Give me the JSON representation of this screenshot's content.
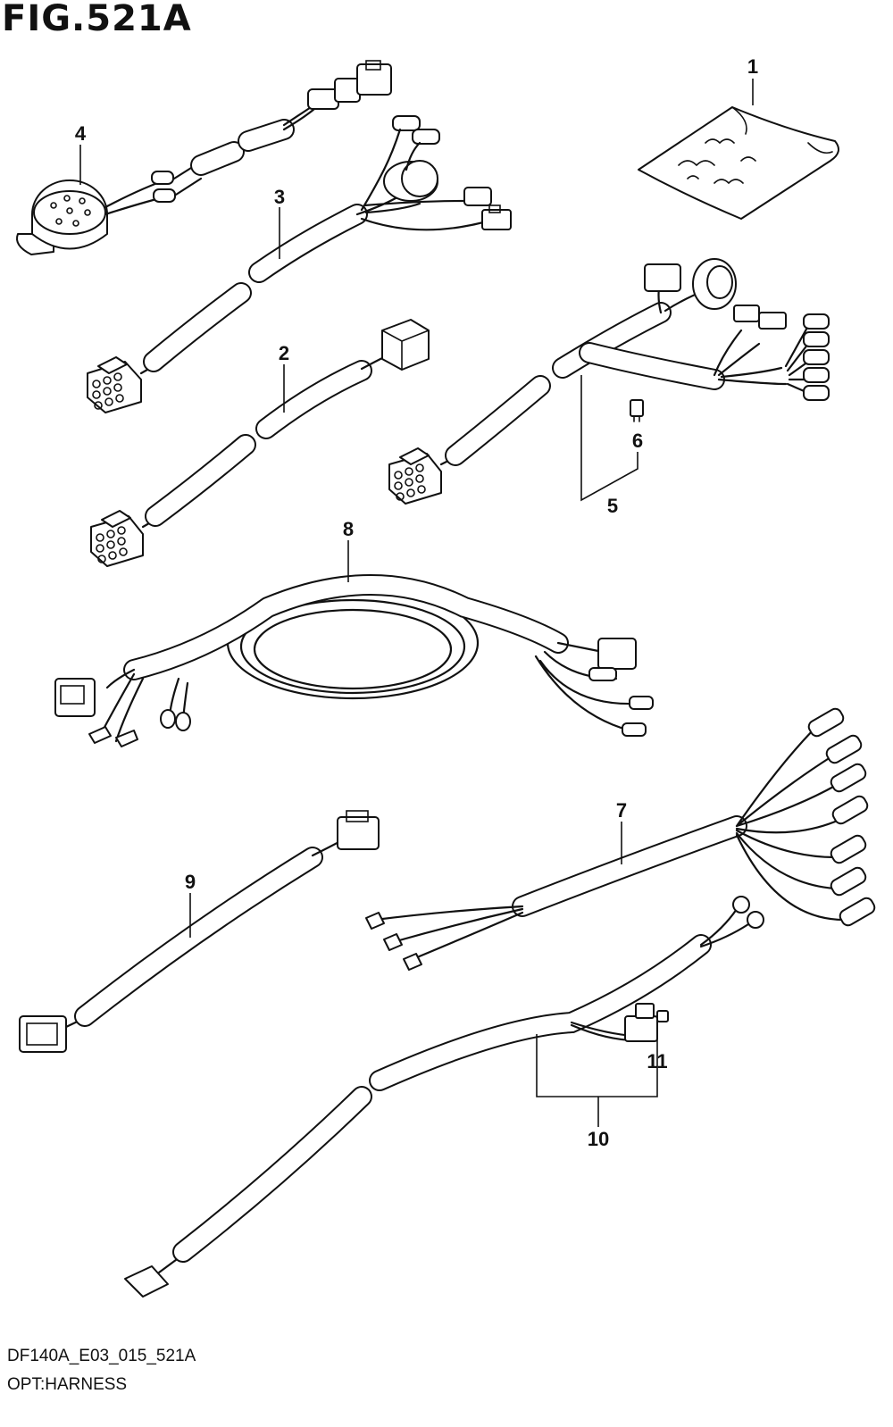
{
  "figure": {
    "title": "FIG.521A",
    "code": "DF140A_E03_015_521A",
    "subtitle": "OPT:HARNESS"
  },
  "callouts": [
    "1",
    "2",
    "3",
    "4",
    "5",
    "6",
    "7",
    "8",
    "9",
    "10",
    "11"
  ]
}
